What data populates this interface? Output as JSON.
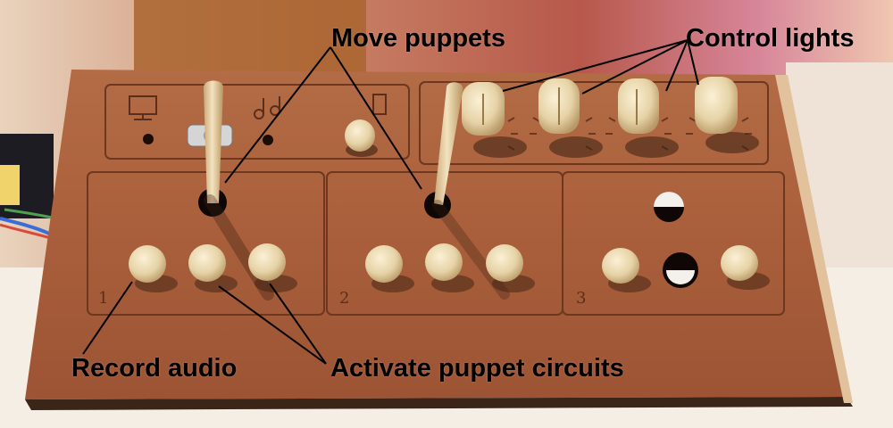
{
  "annotations": {
    "move_puppets": "Move puppets",
    "control_lights": "Control lights",
    "record_audio": "Record audio",
    "activate_puppet_circuits": "Activate puppet circuits"
  },
  "panel": {
    "section_numbers": [
      "1",
      "2",
      "3"
    ]
  },
  "colors": {
    "wood_board": "#b06a44",
    "wood_dark": "#7a3f26",
    "knob_wood": "#e6d2a6",
    "background": "#f3d9bf",
    "label_text": "#000000"
  }
}
